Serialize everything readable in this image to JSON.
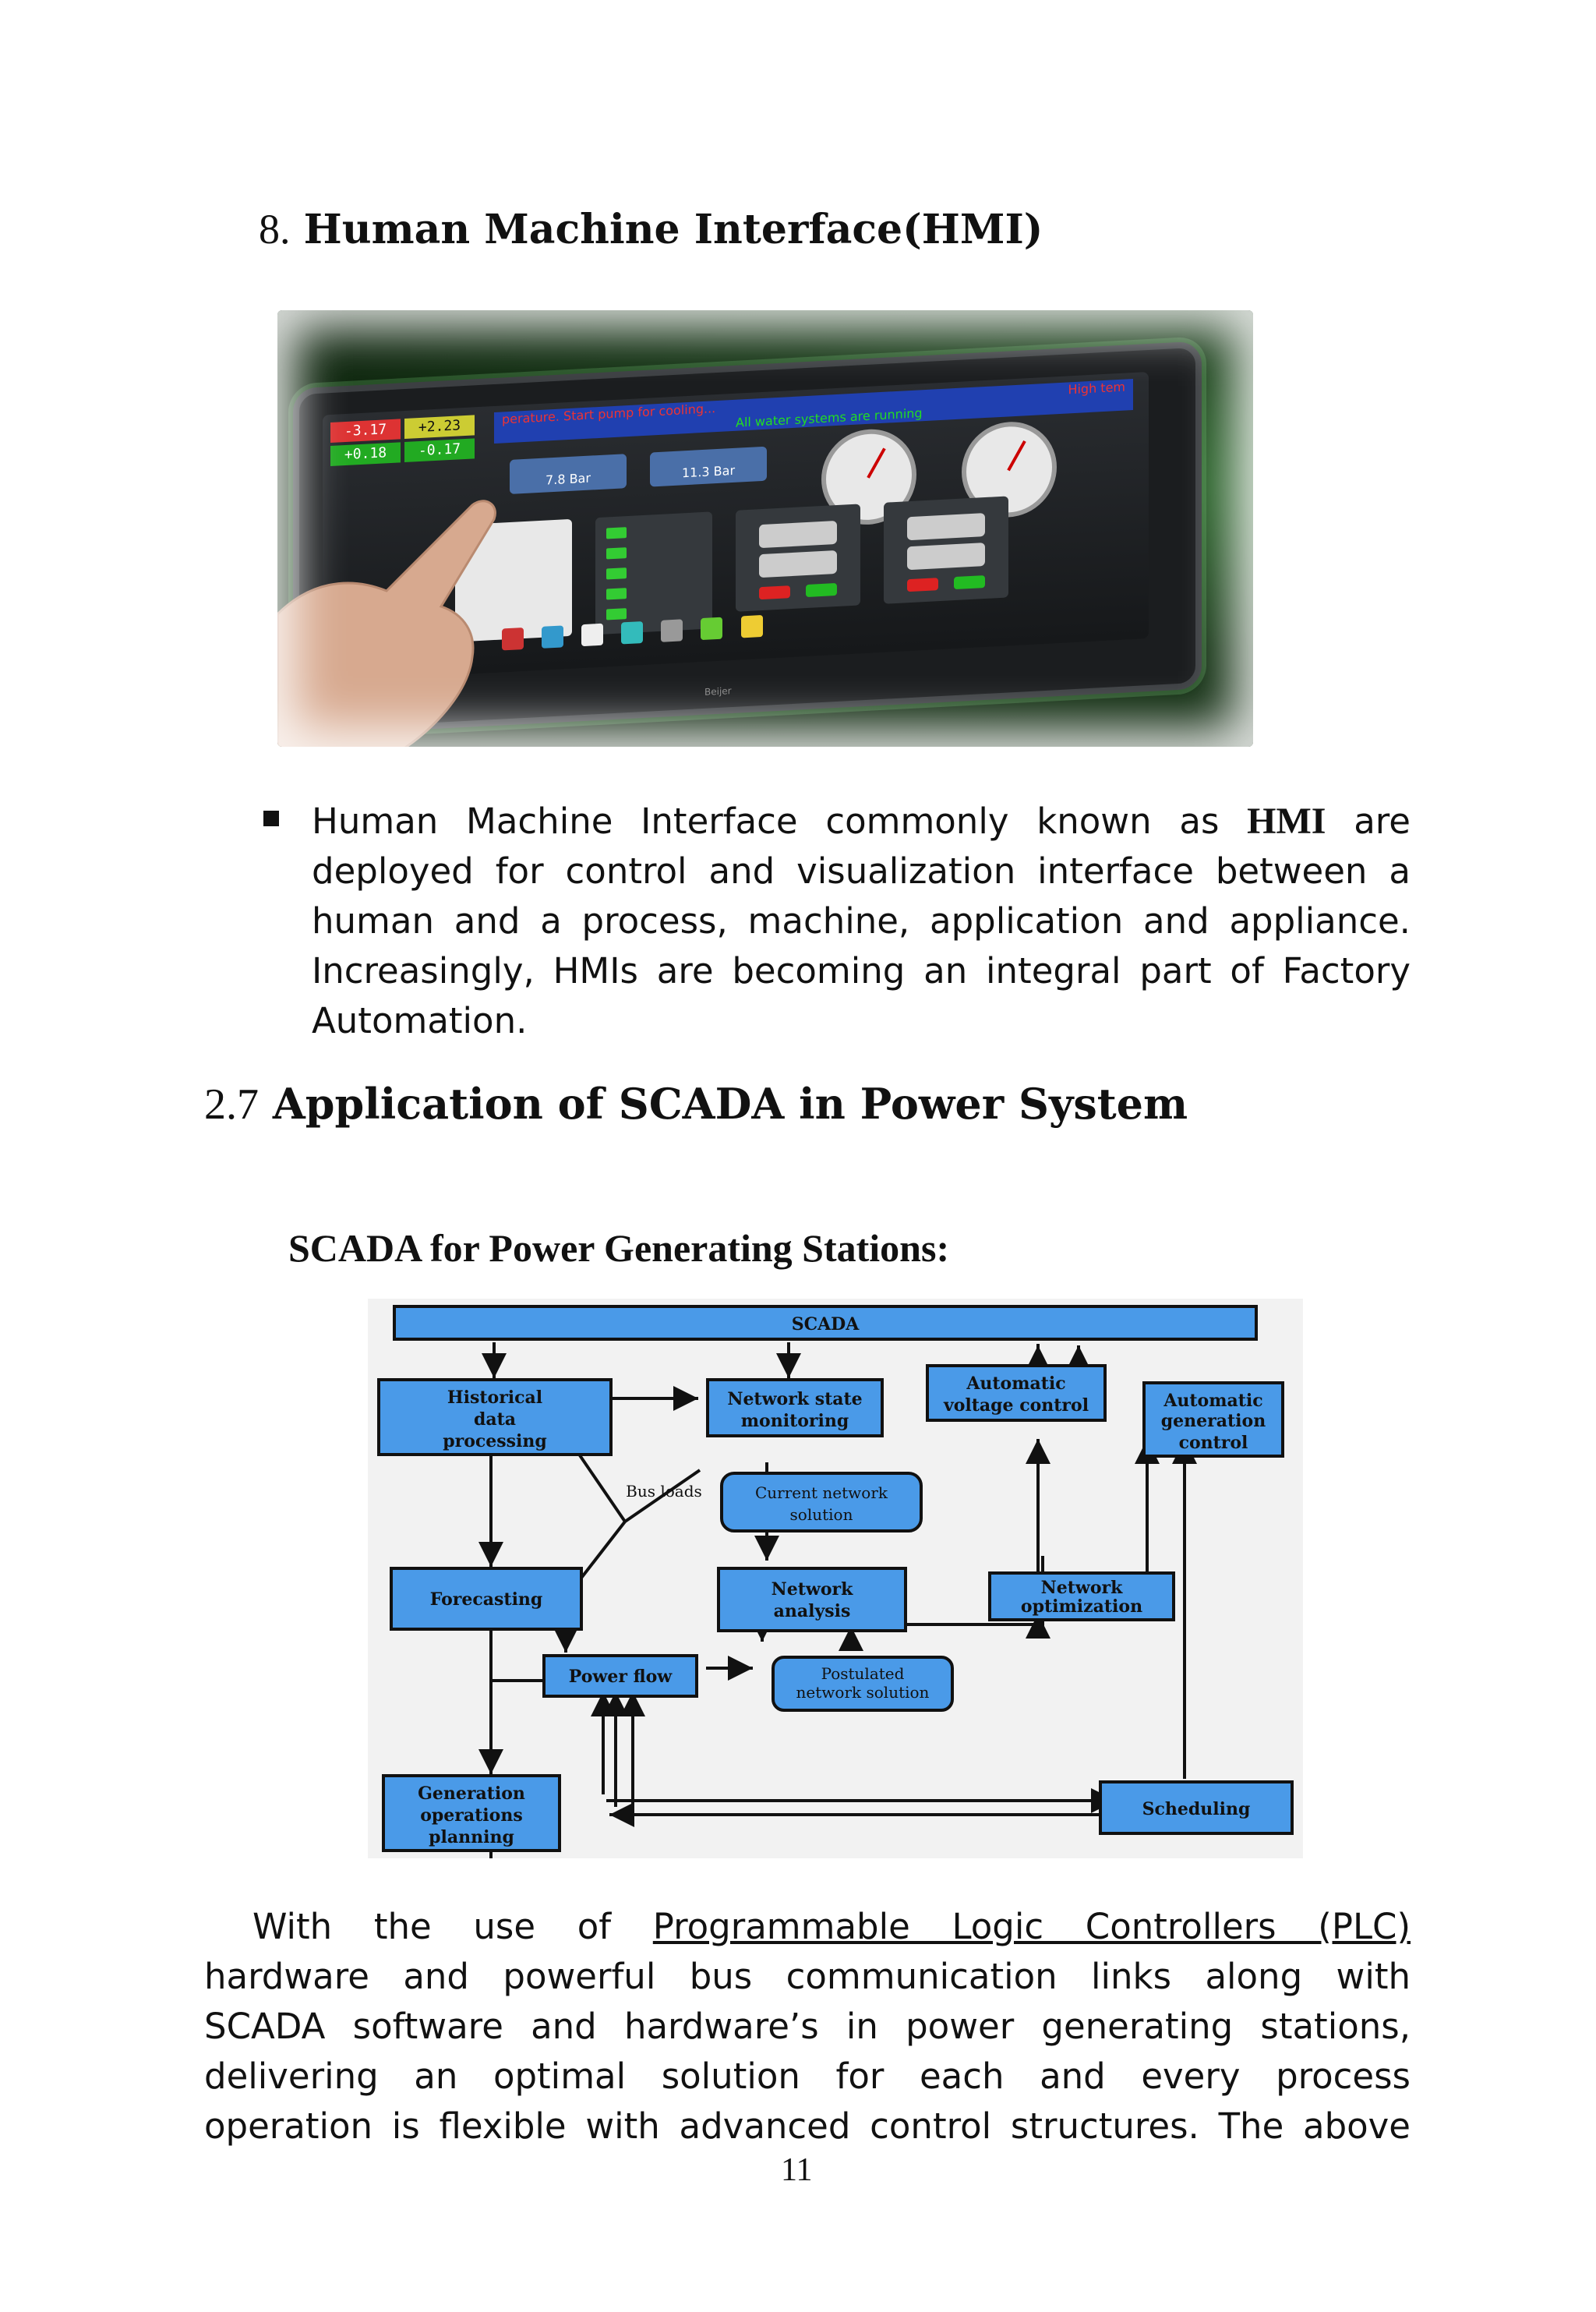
{
  "section8": {
    "number": "8.",
    "title": "Human Machine Interface(HMI)"
  },
  "hmi_screen": {
    "cells": [
      "-3.17",
      "+2.23",
      "+0.18",
      "-0.17"
    ],
    "alarm": "perature. Start pump for cooling...",
    "alarm_right": "High tem",
    "status": "All water systems are running",
    "pressure_1": "7.8 Bar",
    "pressure_2": "11.3 Bar",
    "brand": "Beijer"
  },
  "bullet": {
    "lead": "Human Machine Interface commonly known as",
    "bold": "HMI",
    "tail": "are deployed for control and visualization interface between a human and a process, machine, application and appliance. Increasingly, HMIs are becoming an integral part of Factory Automation."
  },
  "section27": {
    "number": "2.7",
    "title": "Application of SCADA in Power System"
  },
  "subheading": "SCADA for Power Generating Stations:",
  "diagram": {
    "scada": "SCADA",
    "historical": [
      "Historical",
      "data",
      "processing"
    ],
    "network_state": [
      "Network state",
      "monitoring"
    ],
    "avc": [
      "Automatic",
      "voltage control"
    ],
    "agc": [
      "Automatic",
      "generation",
      "control"
    ],
    "bus_loads": "Bus loads",
    "current_network": [
      "Current network",
      "solution"
    ],
    "forecasting": "Forecasting",
    "network_analysis": [
      "Network",
      "analysis"
    ],
    "network_opt": [
      "Network",
      "optimization"
    ],
    "power_flow": "Power flow",
    "postulated": [
      "Postulated",
      "network solution"
    ],
    "gen_ops": [
      "Generation",
      "operations",
      "planning"
    ],
    "scheduling": "Scheduling"
  },
  "paragraph": {
    "line1_a": "With the use of",
    "line1_link": "Programmable Logic Controllers (PLC)",
    "line2": "hardware and powerful bus communication links along with",
    "line3": "SCADA software and hardware’s in power generating stations,",
    "line4": "delivering an optimal solution for each and every process",
    "line5": "operation is flexible with advanced control structures. The above"
  },
  "page_number": "11"
}
